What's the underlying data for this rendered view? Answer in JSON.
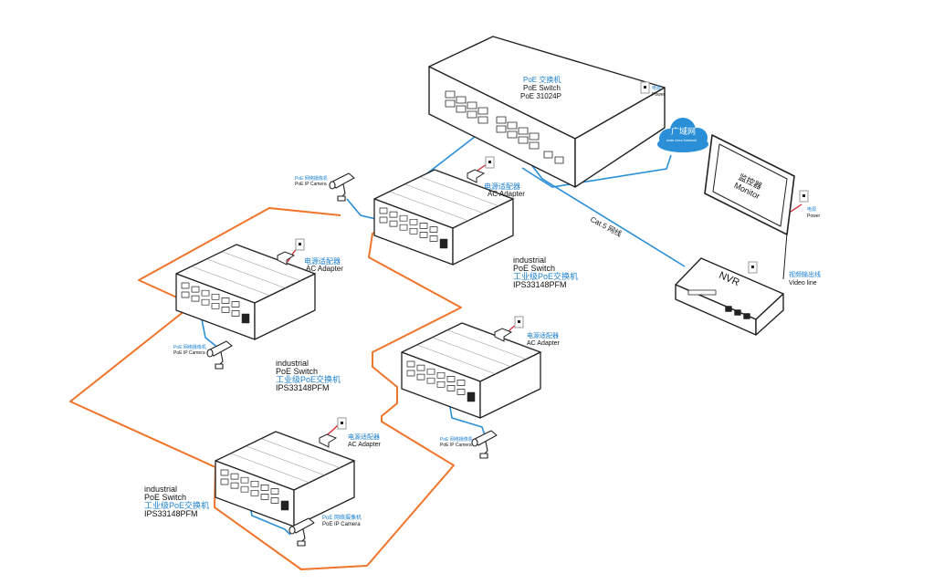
{
  "colors": {
    "ring": "#f0742a",
    "lan": "#2a8fd6",
    "power": "#d1262e",
    "label_blue": "#1a7fd1",
    "device_line": "#222222"
  },
  "core_switch": {
    "label_cn": "PoE 交换机",
    "label_en": "PoE Switch",
    "model": "PoE 31024P"
  },
  "core_power": {
    "cn": "电源",
    "en": "Power"
  },
  "wan": {
    "cn": "广域网",
    "en": "wide Area Network"
  },
  "monitor": {
    "cn": "监控器",
    "en": "Monitor"
  },
  "monitor_power": {
    "cn": "电源",
    "en": "Power"
  },
  "nvr": {
    "label": "NVR"
  },
  "video_line": {
    "cn": "视频输出线",
    "en": "Video line"
  },
  "cable": {
    "label": "Cat.5 网线"
  },
  "switches": [
    {
      "en1": "industrial",
      "en2": "PoE Switch",
      "cn": "工业级PoE交换机",
      "model": "IPS33148PFM",
      "adapter_cn": "电源适配器",
      "adapter_en": "AC Adapter",
      "camera_cn": "PoE 网络摄像机",
      "camera_en": "PoE IP Camera"
    },
    {
      "en1": "industrial",
      "en2": "PoE Switch",
      "cn": "工业级PoE交换机",
      "model": "IPS33148PFM",
      "adapter_cn": "电源适配器",
      "adapter_en": "AC Adapter",
      "camera_cn": "PoE 网络摄像机",
      "camera_en": "PoE IP Camera"
    },
    {
      "adapter_cn": "电源适配器",
      "adapter_en": "AC Adapter",
      "camera_cn": "PoE 网络摄像机",
      "camera_en": "PoE IP Camera"
    },
    {
      "en1": "industrial",
      "en2": "PoE Switch",
      "cn": "工业级PoE交换机",
      "model": "IPS33148PFM",
      "adapter_cn": "电源适配器",
      "adapter_en": "AC Adapter",
      "camera_cn": "PoE 网络摄像机",
      "camera_en": "PoE IP Camera"
    }
  ]
}
